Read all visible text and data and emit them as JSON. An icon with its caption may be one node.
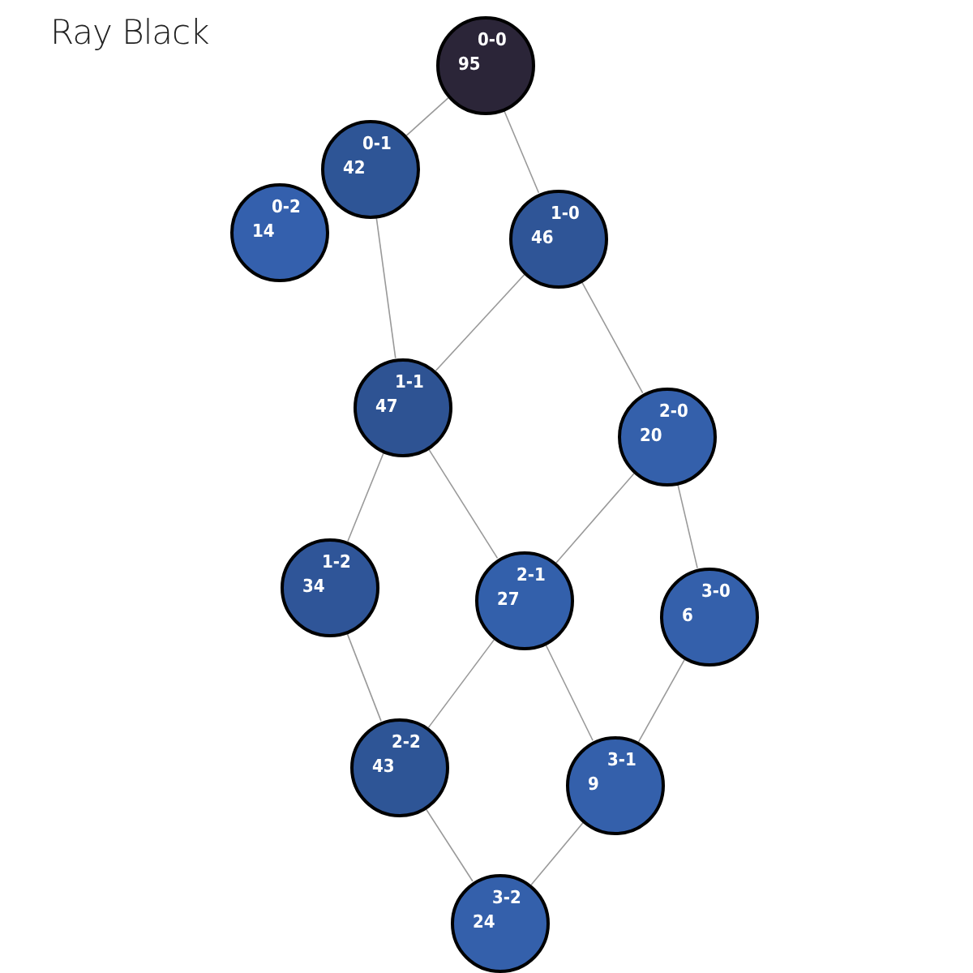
{
  "diagram": {
    "title": "Ray Black",
    "nodes": [
      {
        "text": [
          "0-0",
          "95"
        ]
      },
      {
        "text": [
          "0-1",
          "42"
        ]
      },
      {
        "text": [
          "0-2",
          "14"
        ]
      },
      {
        "text": [
          "1-0",
          "46"
        ]
      },
      {
        "text": [
          "1-1",
          "47"
        ]
      },
      {
        "text": [
          "2-0",
          "20"
        ]
      },
      {
        "text": [
          "1-2",
          "34"
        ]
      },
      {
        "text": [
          "2-1",
          "27"
        ]
      },
      {
        "text": [
          "3-0",
          "6"
        ]
      },
      {
        "text": [
          "2-2",
          "43"
        ]
      },
      {
        "text": [
          "3-1",
          "9"
        ]
      },
      {
        "text": [
          "3-2",
          "24"
        ]
      }
    ],
    "edges": [
      {
        "from": 0,
        "to": 1,
        "arrow": "none"
      },
      {
        "from": 0,
        "to": 3,
        "arrow": "none"
      },
      {
        "from": 1,
        "to": 4,
        "arrow": "none"
      },
      {
        "from": 3,
        "to": 4,
        "arrow": "none"
      },
      {
        "from": 3,
        "to": 5,
        "arrow": "none"
      },
      {
        "from": 4,
        "to": 6,
        "arrow": "none"
      },
      {
        "from": 4,
        "to": 7,
        "arrow": "none"
      },
      {
        "from": 5,
        "to": 7,
        "arrow": "none"
      },
      {
        "from": 5,
        "to": 8,
        "arrow": "none"
      },
      {
        "from": 6,
        "to": 9,
        "arrow": "none"
      },
      {
        "from": 7,
        "to": 9,
        "arrow": "none"
      },
      {
        "from": 7,
        "to": 10,
        "arrow": "none"
      },
      {
        "from": 8,
        "to": 10,
        "arrow": "none"
      },
      {
        "from": 9,
        "to": 11,
        "arrow": "none"
      },
      {
        "from": 10,
        "to": 11,
        "arrow": "none"
      }
    ]
  }
}
